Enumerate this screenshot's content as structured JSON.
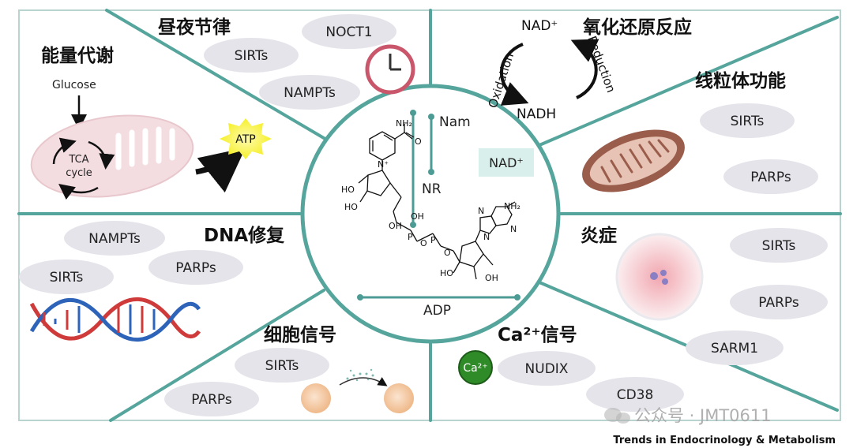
{
  "sections": {
    "energy_metabolism": {
      "title": "能量代谢",
      "glucose": "Glucose",
      "tca_line1": "TCA",
      "tca_line2": "cycle",
      "atp": "ATP"
    },
    "circadian": {
      "title": "昼夜节律",
      "pills": [
        "NOCT1",
        "SIRTs",
        "NAMPTs"
      ]
    },
    "redox": {
      "title": "氧化还原反应",
      "nad_plus": "NAD⁺",
      "nadh": "NADH",
      "oxidation": "Oxidation",
      "reduction": "Reduction"
    },
    "mitochondrial_function": {
      "title": "线粒体功能",
      "pills": [
        "SIRTs",
        "PARPs"
      ]
    },
    "dna_repair": {
      "title": "DNA修复",
      "pills": [
        "NAMPTs",
        "PARPs",
        "SIRTs"
      ]
    },
    "inflammation": {
      "title": "炎症",
      "pills": [
        "SIRTs",
        "PARPs",
        "SARM1"
      ]
    },
    "cell_signaling": {
      "title": "细胞信号",
      "pills": [
        "SIRTs",
        "PARPs"
      ]
    },
    "calcium_signaling": {
      "title": "Ca²⁺信号",
      "ca_badge": "Ca²⁺",
      "pills": [
        "NUDIX",
        "CD38"
      ]
    }
  },
  "center": {
    "nam": "Nam",
    "nr": "NR",
    "adp": "ADP",
    "nad_plus_box": "NAD⁺",
    "chem_labels": {
      "nh2_top": "NH₂",
      "o": "O",
      "n_plus": "N⁺",
      "ho1": "HO",
      "ho2": "HO",
      "oh1": "OH",
      "oh2": "OH",
      "p1": "P",
      "p2": "P",
      "o_link1": "O",
      "o_link2": "O",
      "nh2_adenine": "NH₂",
      "n1": "N",
      "n2": "N",
      "n3": "N",
      "oh3": "OH",
      "ho3": "HO"
    }
  },
  "watermark": "公众号 · JMT0611",
  "source": "Trends in Endocrinology & Metabolism",
  "colors": {
    "teal": "#55a59d",
    "pill": "#e4e4ea",
    "atp_star": "#f5f02a",
    "ca_badge": "#2f8a28",
    "clock_ring": "#c9566a",
    "dna_red": "#cf3a3a",
    "dna_blue": "#2d63b8"
  }
}
